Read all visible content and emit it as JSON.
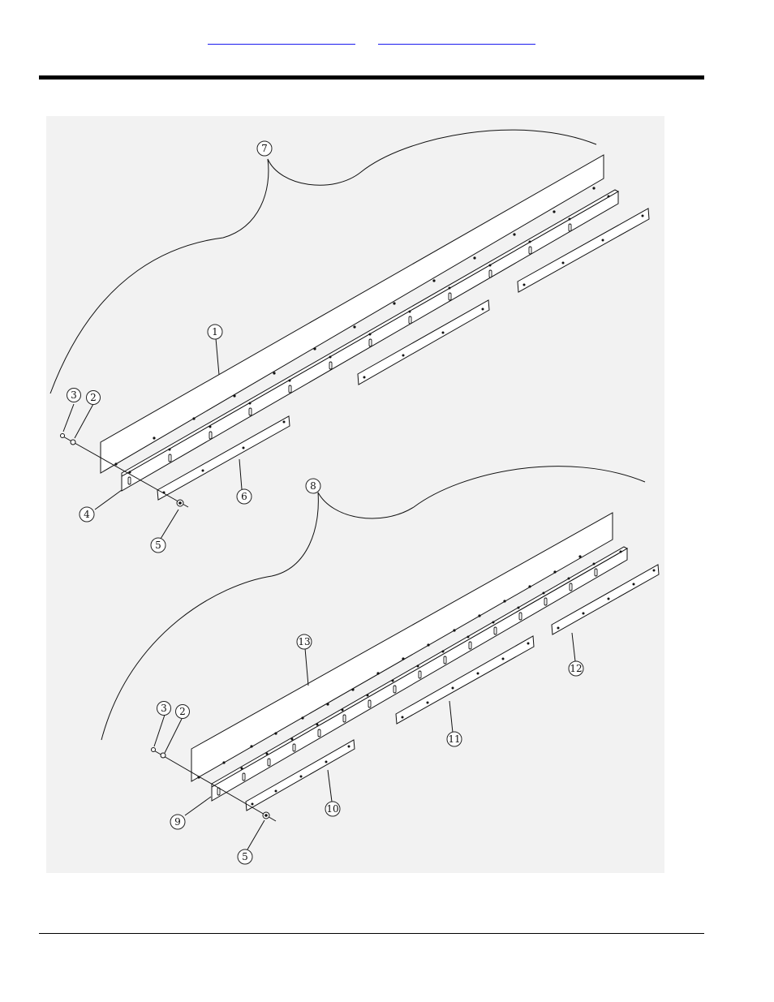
{
  "header": {
    "links": [
      {
        "label": ""
      },
      {
        "label": ""
      }
    ]
  },
  "diagram": {
    "callouts": {
      "c1": "1",
      "c2a": "2",
      "c3a": "3",
      "c4": "4",
      "c5a": "5",
      "c6": "6",
      "c7": "7",
      "c8": "8",
      "c2b": "2",
      "c3b": "3",
      "c5b": "5",
      "c9": "9",
      "c10": "10",
      "c11": "11",
      "c12": "12",
      "c13": "13"
    }
  }
}
